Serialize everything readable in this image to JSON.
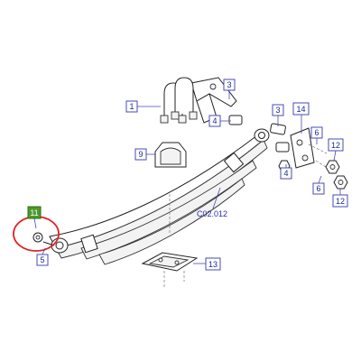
{
  "diagram": {
    "code": "C02.012",
    "callouts": {
      "c1": "1",
      "c3a": "3",
      "c4a": "4",
      "c3b": "3",
      "c14": "14",
      "c9": "9",
      "c6a": "6",
      "c12a": "12",
      "c4b": "4",
      "c6b": "6",
      "c12b": "12",
      "c11": "11",
      "c5": "5",
      "c13": "13"
    },
    "highlight_color": "#4c9a2a",
    "circle_color": "#e02020"
  }
}
